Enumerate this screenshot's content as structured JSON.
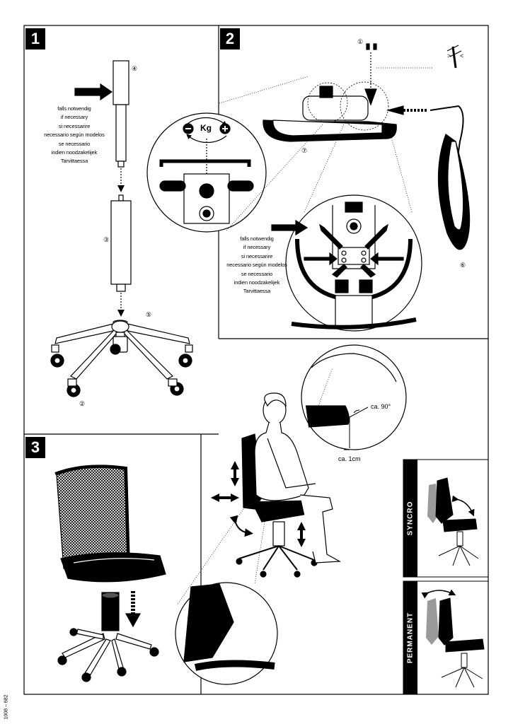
{
  "steps": [
    "1",
    "2",
    "3"
  ],
  "part_numbers": {
    "p2": "②",
    "p3": "③",
    "p4": "④",
    "p5": "⑤",
    "p6": "⑥",
    "p7": "⑦",
    "p1": "①"
  },
  "if_necessary_lines": [
    "falls notwendig",
    "if necessary",
    "si necessarire",
    "necessario según modelos",
    "se necessario",
    "indien noodzakelijek",
    "Tarvittaessa"
  ],
  "weight_label": "Kg",
  "angle_label": "ca. 90°",
  "gap_label": "ca. 1cm",
  "mechanism_labels": [
    "SYNCRO",
    "PERMANENT"
  ],
  "document_code": "1008 – 682",
  "colors": {
    "ink": "#000000",
    "paper": "#ffffff",
    "shade": "#9a9a9a"
  }
}
